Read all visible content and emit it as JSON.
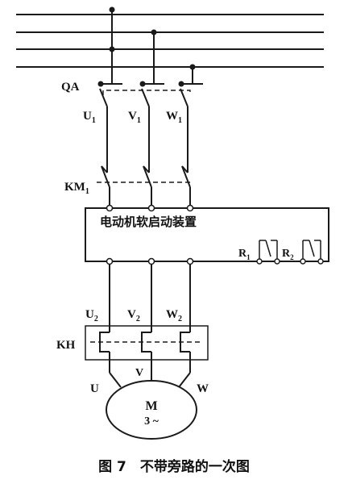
{
  "labels": {
    "breaker": "QA",
    "contactor": "KM",
    "contactor_sub": "1",
    "overload": "KH",
    "soft_starter": "电动机软启动装置",
    "r1": "R",
    "r1_sub": "1",
    "r2": "R",
    "r2_sub": "2",
    "u1": "U",
    "u1_sub": "1",
    "v1": "V",
    "v1_sub": "1",
    "w1": "W",
    "w1_sub": "1",
    "u2": "U",
    "u2_sub": "2",
    "v2": "V",
    "v2_sub": "2",
    "w2": "W",
    "w2_sub": "2",
    "motor_u": "U",
    "motor_v": "V",
    "motor_w": "W",
    "motor": "M",
    "motor_phase": "3 ~",
    "caption": "图 7　不带旁路的一次图"
  },
  "colors": {
    "ink": "#1a1a1a",
    "background": "#ffffff"
  }
}
